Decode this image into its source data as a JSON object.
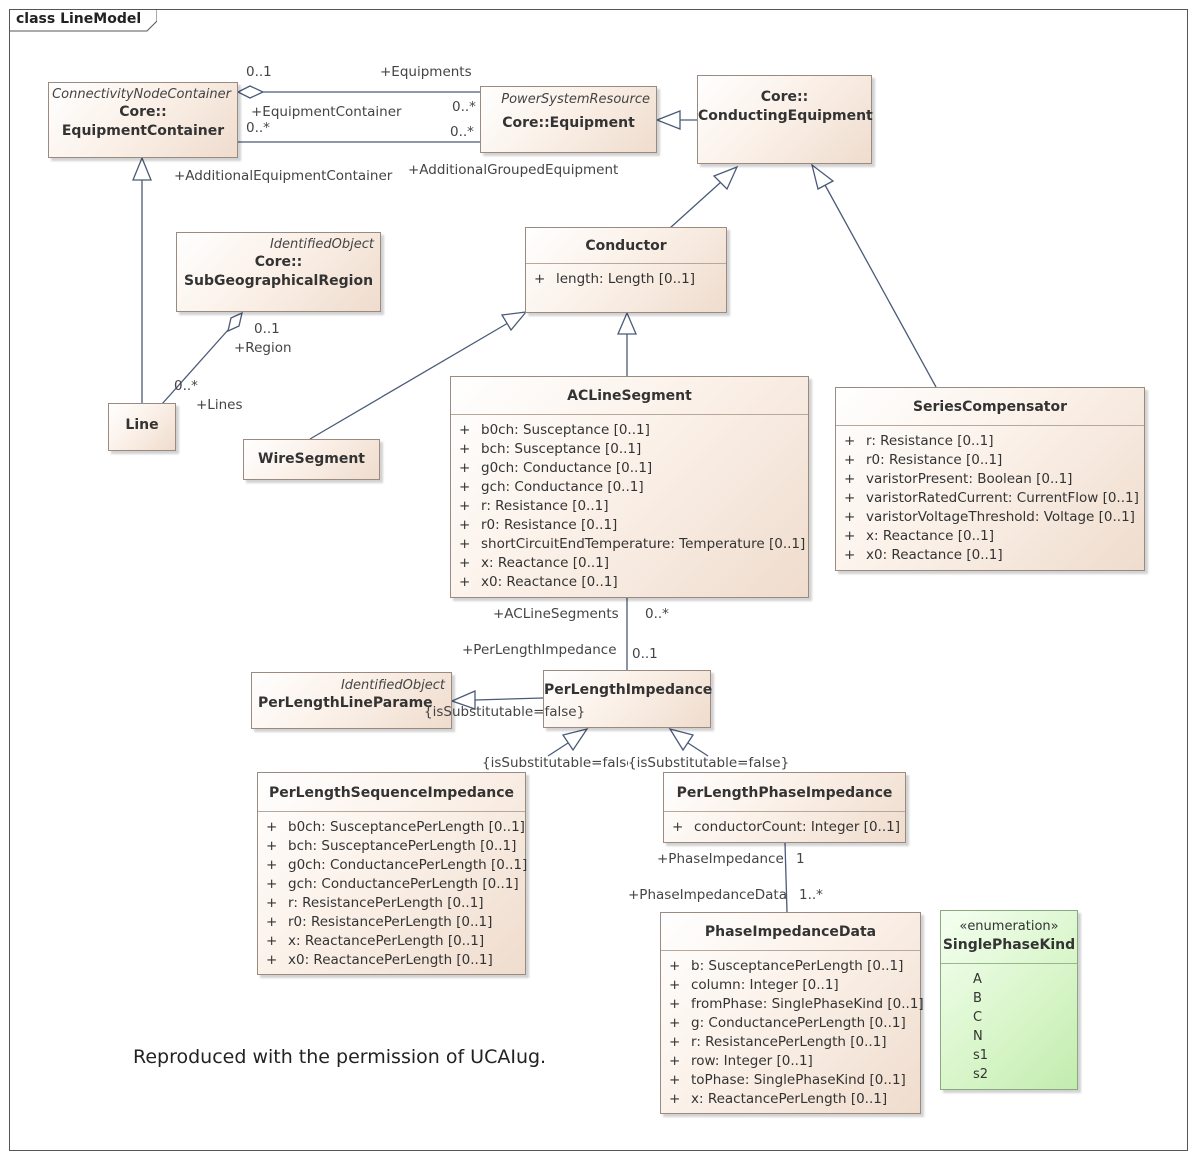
{
  "diagram": {
    "title": "class LineModel",
    "credit": "Reproduced with the permission of UCAIug.",
    "colors": {
      "class_fill": "#f7e9dd",
      "class_border": "#9a8a80",
      "enum_fill": "#d7f5c8",
      "line": "#4a5a78"
    }
  },
  "classes": {
    "equipment_container": {
      "stereotype": "ConnectivityNodeContainer",
      "name_line1": "Core::",
      "name_line2": "EquipmentContainer"
    },
    "equipment": {
      "stereotype": "PowerSystemResource",
      "name": "Core::Equipment"
    },
    "conducting_equipment": {
      "name_line1": "Core::",
      "name_line2": "ConductingEquipment"
    },
    "sub_geo_region": {
      "stereotype": "IdentifiedObject",
      "name_line1": "Core::",
      "name_line2": "SubGeographicalRegion"
    },
    "conductor": {
      "name": "Conductor",
      "attributes": [
        "length: Length [0..1]"
      ]
    },
    "line": {
      "name": "Line"
    },
    "wire_segment": {
      "name": "WireSegment"
    },
    "ac_line_segment": {
      "name": "ACLineSegment",
      "attributes": [
        "b0ch: Susceptance [0..1]",
        "bch: Susceptance [0..1]",
        "g0ch: Conductance [0..1]",
        "gch: Conductance [0..1]",
        "r: Resistance [0..1]",
        "r0: Resistance [0..1]",
        "shortCircuitEndTemperature: Temperature [0..1]",
        "x: Reactance [0..1]",
        "x0: Reactance [0..1]"
      ]
    },
    "series_compensator": {
      "name": "SeriesCompensator",
      "attributes": [
        "r: Resistance [0..1]",
        "r0: Resistance [0..1]",
        "varistorPresent: Boolean [0..1]",
        "varistorRatedCurrent: CurrentFlow [0..1]",
        "varistorVoltageThreshold: Voltage [0..1]",
        "x: Reactance [0..1]",
        "x0: Reactance [0..1]"
      ]
    },
    "per_length_line_parameter": {
      "stereotype": "IdentifiedObject",
      "name": "PerLengthLineParame"
    },
    "per_length_impedance": {
      "name": "PerLengthImpedance"
    },
    "per_length_sequence_impedance": {
      "name": "PerLengthSequenceImpedance",
      "attributes": [
        "b0ch: SusceptancePerLength [0..1]",
        "bch: SusceptancePerLength [0..1]",
        "g0ch: ConductancePerLength [0..1]",
        "gch: ConductancePerLength [0..1]",
        "r: ResistancePerLength [0..1]",
        "r0: ResistancePerLength [0..1]",
        "x: ReactancePerLength [0..1]",
        "x0: ReactancePerLength [0..1]"
      ]
    },
    "per_length_phase_impedance": {
      "name": "PerLengthPhaseImpedance",
      "attributes": [
        "conductorCount: Integer [0..1]"
      ]
    },
    "phase_impedance_data": {
      "name": "PhaseImpedanceData",
      "attributes": [
        "b: SusceptancePerLength [0..1]",
        "column: Integer [0..1]",
        "fromPhase: SinglePhaseKind [0..1]",
        "g: ConductancePerLength [0..1]",
        "r: ResistancePerLength [0..1]",
        "row: Integer [0..1]",
        "toPhase: SinglePhaseKind [0..1]",
        "x: ReactancePerLength [0..1]"
      ]
    },
    "single_phase_kind": {
      "stereotype": "«enumeration»",
      "name": "SinglePhaseKind",
      "literals": [
        "A",
        "B",
        "C",
        "N",
        "s1",
        "s2"
      ]
    }
  },
  "labels": {
    "mult_0_1_container": "0..1",
    "role_equipments": "+Equipments",
    "role_equipment_container": "+EquipmentContainer",
    "mult_0_star_eq1": "0..*",
    "mult_0_star_eq2": "0..*",
    "mult_0_star_container2": "0..*",
    "role_additional_equipment_container": "+AdditionalEquipmentContainer",
    "role_additional_grouped_equipment": "+AdditionalGroupedEquipment",
    "mult_0_1_region": "0..1",
    "role_region": "+Region",
    "mult_0_star_lines": "0..*",
    "role_lines": "+Lines",
    "role_ac_line_segments": "+ACLineSegments",
    "mult_0_star_acls": "0..*",
    "role_per_length_impedance": "+PerLengthImpedance",
    "mult_0_1_pli": "0..1",
    "constraint_pli": "{isSubstitutable=false}",
    "constraint_seq": "{isSubstitutable=false",
    "constraint_phase": "{isSubstitutable=false}",
    "role_phase_impedance": "+PhaseImpedance",
    "mult_1": "1",
    "role_phase_impedance_data": "+PhaseImpedanceData",
    "mult_1_star": "1..*"
  }
}
